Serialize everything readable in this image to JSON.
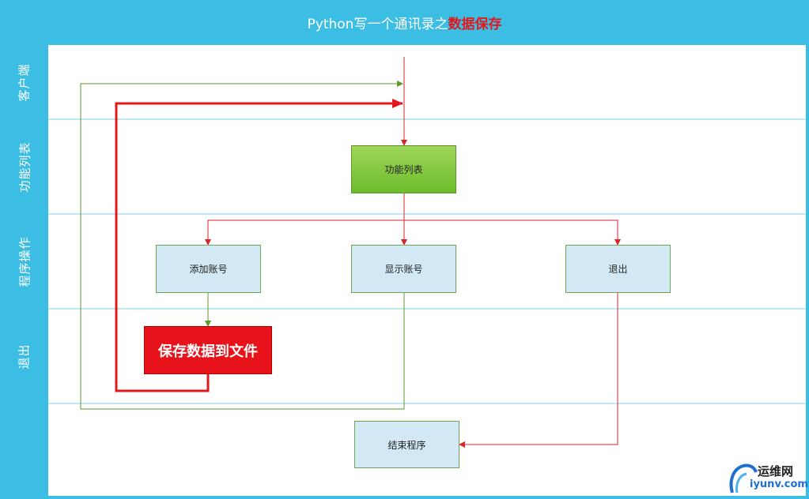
{
  "title": {
    "prefix": "Python写一个通讯录之",
    "highlight": "数据保存"
  },
  "lanes": [
    {
      "label": "客户端"
    },
    {
      "label": "功能列表"
    },
    {
      "label": "程序操作"
    },
    {
      "label": "退出"
    }
  ],
  "nodes": {
    "func_list": "功能列表",
    "add_account": "添加账号",
    "show_account": "显示账号",
    "exit": "退出",
    "save_file": "保存数据到文件",
    "end_program": "结束程序"
  },
  "watermark": {
    "name": "运维网",
    "url": "iyunv.com"
  },
  "colors": {
    "header": "#3cbde3",
    "flow_red": "#d9262a",
    "flow_green": "#5a9a2a",
    "box_blue": "#d2e9f5",
    "box_green": "#7cc43a",
    "box_red": "#e8121a"
  }
}
